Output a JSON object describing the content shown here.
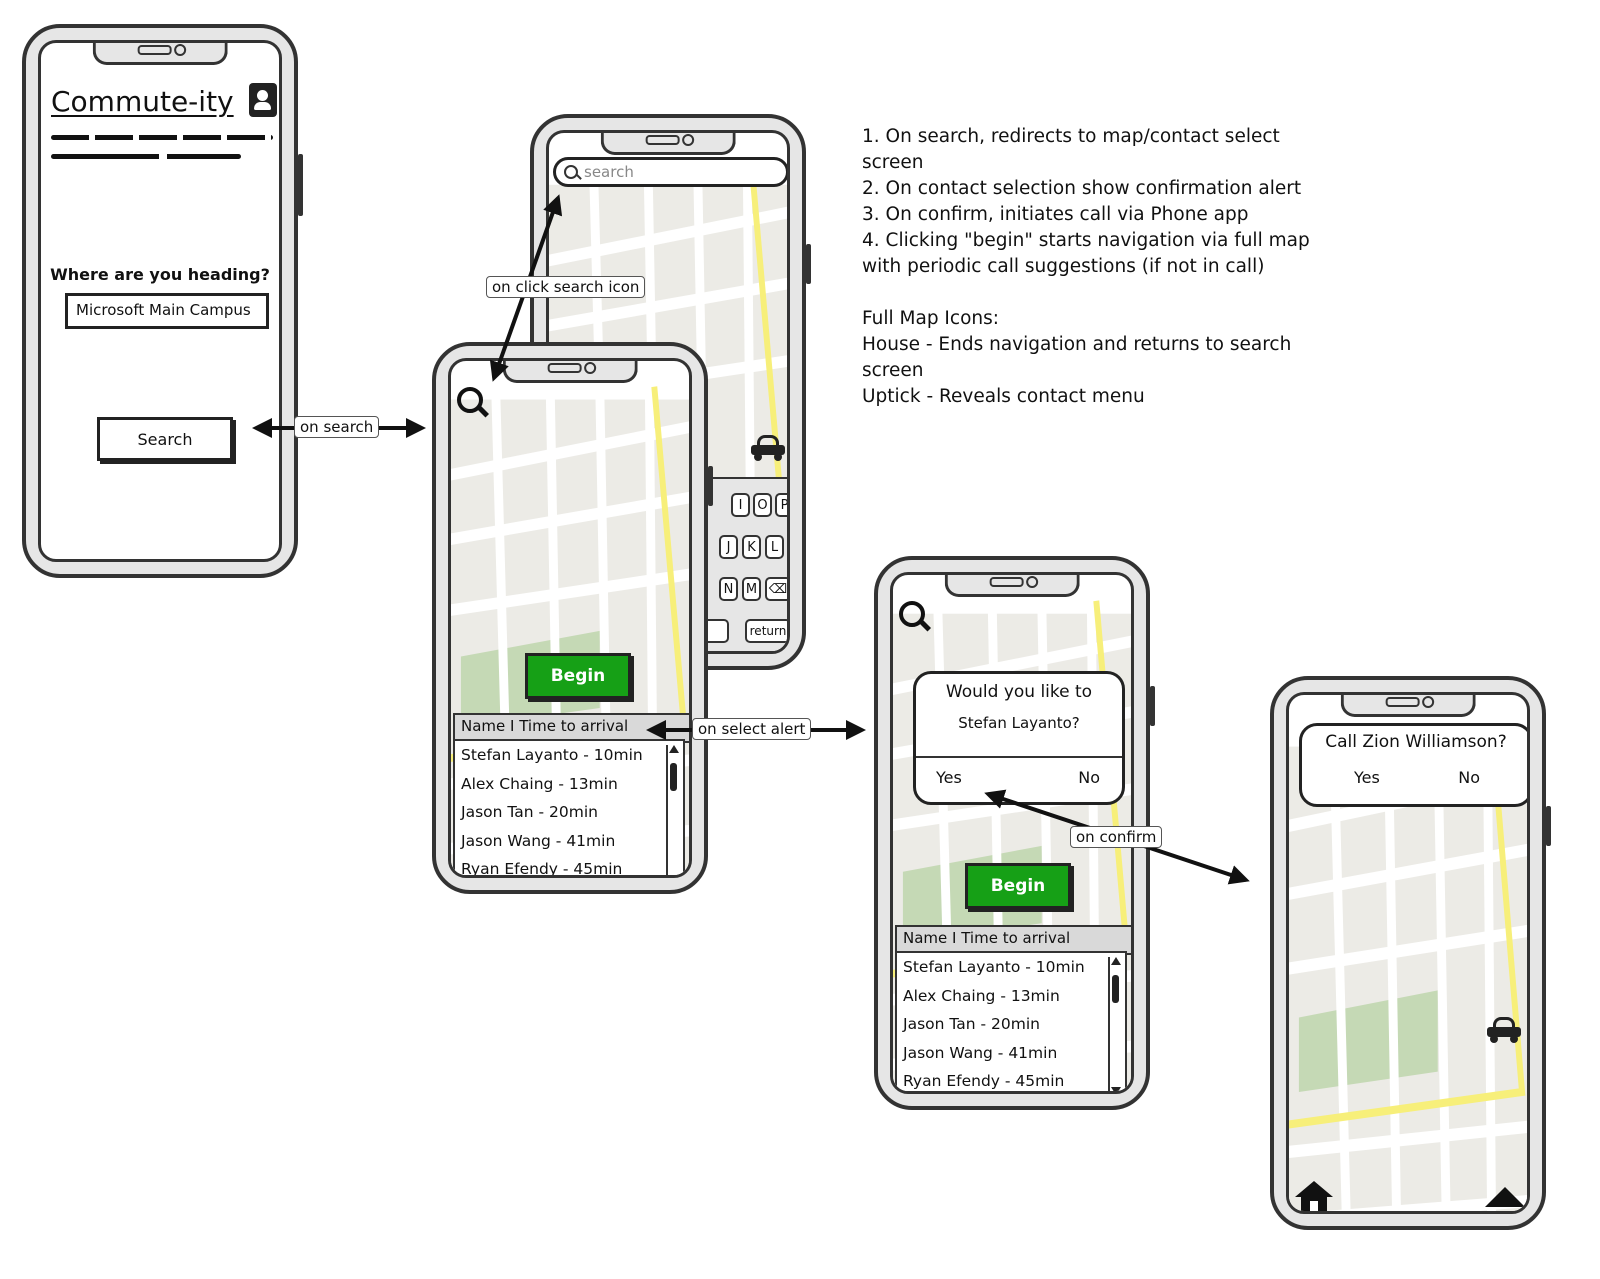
{
  "app_title": "Commute-ity",
  "screen1": {
    "question": "Where are you heading?",
    "destination_value": "Microsoft Main Campus",
    "search_button": "Search"
  },
  "search_screen": {
    "search_placeholder": "search",
    "keys_row1": [
      "I",
      "O",
      "P"
    ],
    "keys_row2": [
      "J",
      "K",
      "L"
    ],
    "keys_row3": [
      "N",
      "M"
    ],
    "return_key": "return"
  },
  "contact_screen": {
    "begin_label": "Begin",
    "list_header": "Name I Time to arrival",
    "contacts": [
      "Stefan Layanto - 10min",
      "Alex Chaing - 13min",
      "Jason Tan - 20min",
      "Jason Wang - 41min",
      "Ryan Efendy - 45min"
    ]
  },
  "confirm_alert": {
    "line1": "Would you like to",
    "line2": "Stefan Layanto?",
    "yes": "Yes",
    "no": "No"
  },
  "call_alert": {
    "title": "Call Zion Williamson?",
    "yes": "Yes",
    "no": "No"
  },
  "arrows": {
    "on_search": "on search",
    "on_click_search_icon": "on click search icon",
    "on_select_alert": "on select alert",
    "on_confirm": "on confirm"
  },
  "notes": [
    "1. On search, redirects to map/contact select screen",
    "2. On contact selection show confirmation alert",
    "3. On confirm, initiates call via Phone app",
    "4. Clicking \"begin\" starts navigation via full map with periodic call suggestions (if not in call)",
    "",
    "Full Map Icons:",
    "House - Ends navigation and returns to search screen",
    "Uptick - Reveals contact menu"
  ],
  "colors": {
    "begin_green": "#16a016",
    "map_bg": "#ecebe6",
    "map_park": "#c5d9b5",
    "map_road_yellow": "#f7ef7a"
  }
}
